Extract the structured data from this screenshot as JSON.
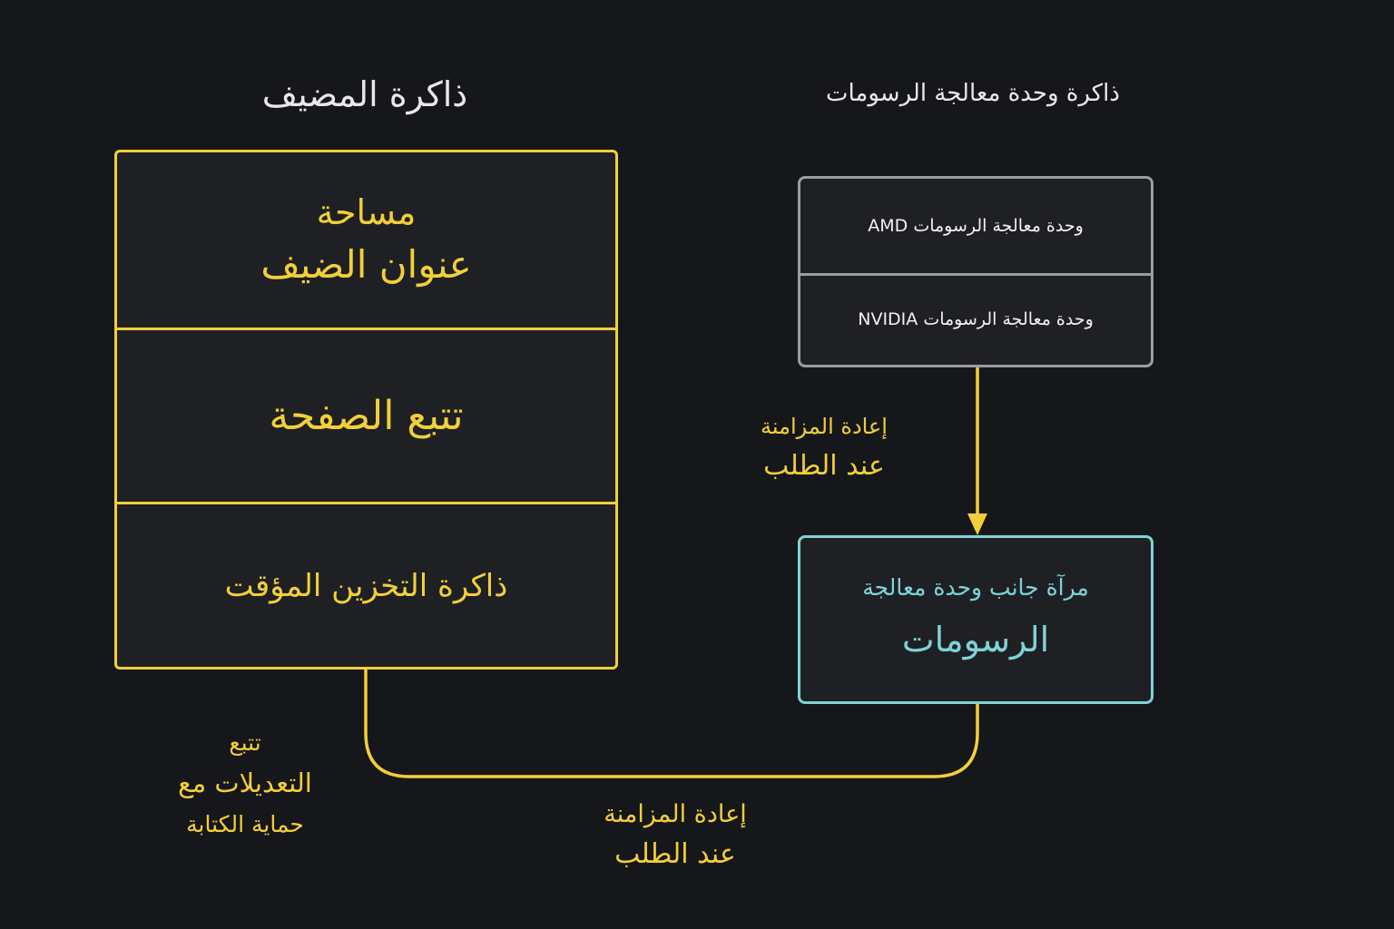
{
  "host_memory": {
    "title": "ذاكرة المضيف",
    "guest_address_space": {
      "line1": "مساحة",
      "line2": "عنوان الضيف"
    },
    "page_tracking": "تتبع الصفحة",
    "cache_memory": "ذاكرة التخزين المؤقت"
  },
  "gpu_memory": {
    "title": "ذاكرة وحدة معالجة الرسومات",
    "amd_gpu": "وحدة معالجة الرسومات AMD",
    "nvidia_gpu": "وحدة معالجة الرسومات NVIDIA"
  },
  "gpu_side_mirror": {
    "line1": "مرآة جانب وحدة معالجة",
    "line2": "الرسومات"
  },
  "labels": {
    "resync_right": {
      "line1": "إعادة المزامنة",
      "line2": "عند الطلب"
    },
    "write_protect_tracking": {
      "line1": "تتبع",
      "line2": "التعديلات مع",
      "line3": "حماية الكتابة"
    },
    "resync_bottom": {
      "line1": "إعادة المزامنة",
      "line2": "عند الطلب"
    }
  },
  "colors": {
    "background": "#16171b",
    "host_accent": "#f2cf3a",
    "gpu_border": "#9a9ca2",
    "mirror_accent": "#7fd3d6",
    "text_light": "#e8e8e8"
  }
}
